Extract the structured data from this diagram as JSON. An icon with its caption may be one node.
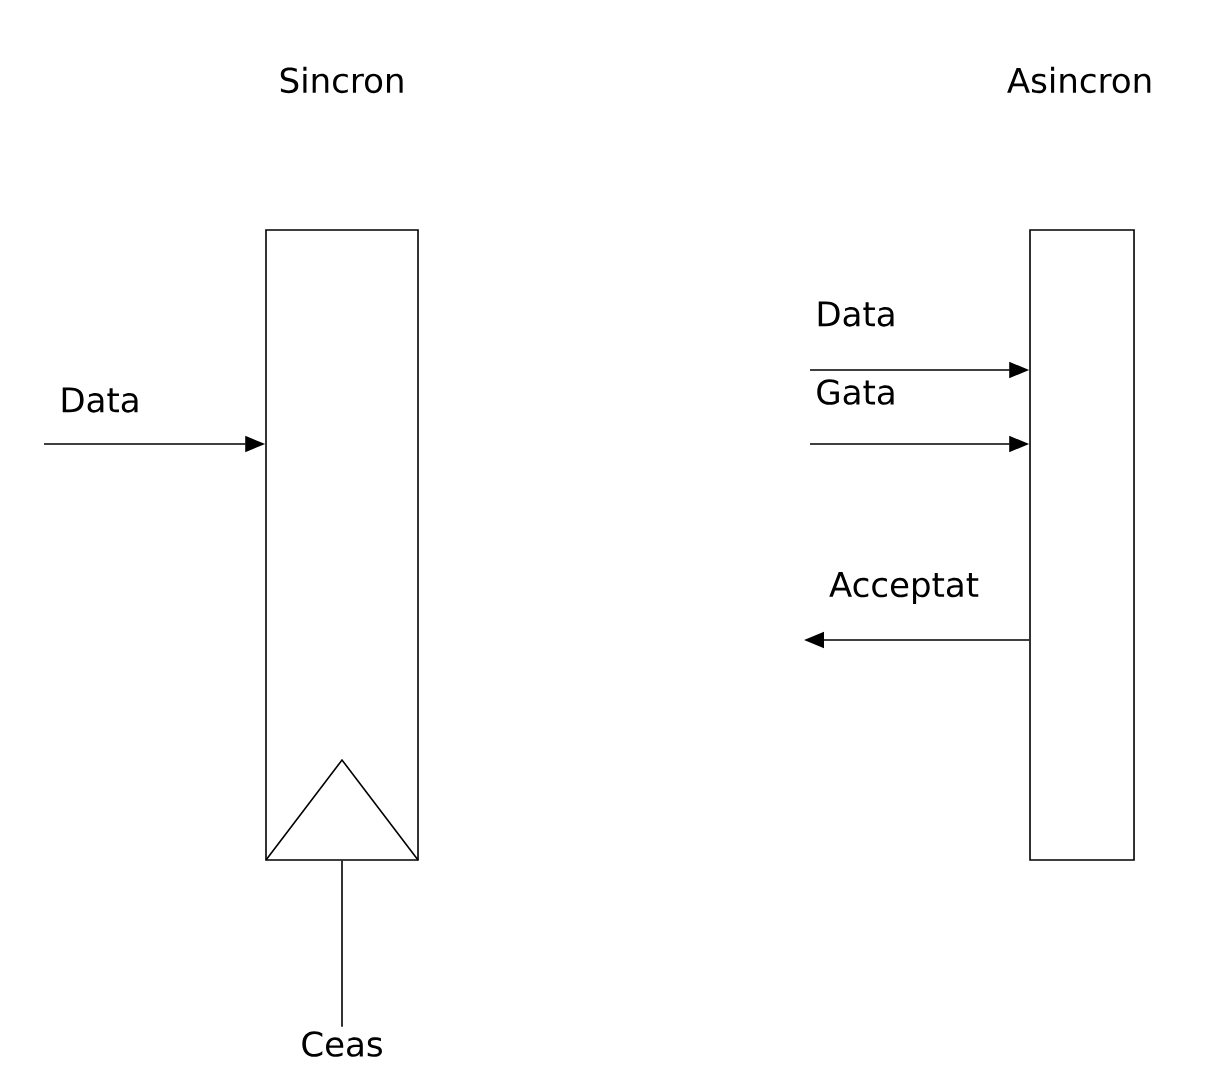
{
  "diagram": {
    "nodes": [
      {
        "text": [],
        "shape": "box"
      },
      {
        "text": [],
        "shape": "box"
      },
      {
        "text": [
          "Ceas"
        ]
      }
    ],
    "edges": [
      {
        "from": null,
        "to": 0,
        "arrow": "to",
        "label": "Data"
      },
      {
        "from": 2,
        "to": 0,
        "arrow": "none"
      },
      {
        "from": null,
        "to": 1,
        "arrow": "to",
        "label": "Data"
      },
      {
        "from": null,
        "to": 1,
        "arrow": "to",
        "label": "Gata"
      },
      {
        "from": 1,
        "to": null,
        "arrow": "to",
        "label": "Acceptat"
      }
    ],
    "labels": [
      "Sincron",
      "Asincron"
    ]
  }
}
